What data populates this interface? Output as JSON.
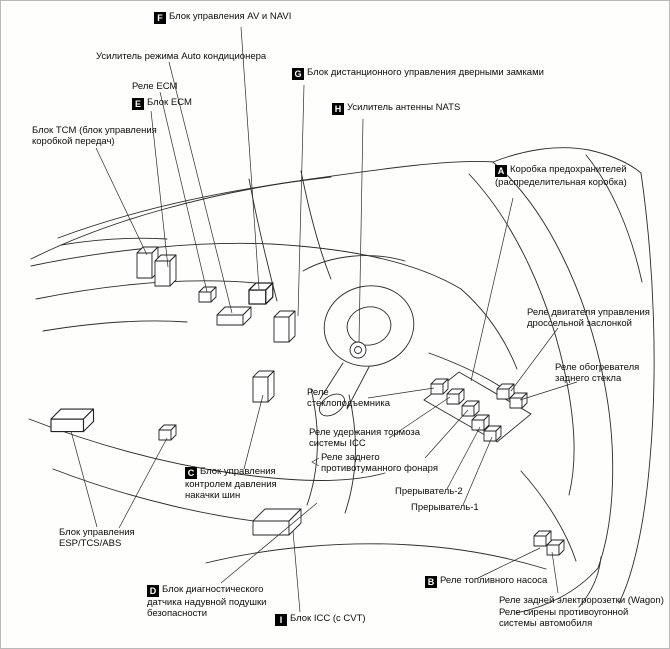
{
  "labels": {
    "av_navi": {
      "letter": "F",
      "text": "Блок управления AV и NAVI"
    },
    "auto_ac": {
      "text": "Усилитель режима Auto кондиционера"
    },
    "door_locks": {
      "letter": "G",
      "text": "Блок дистанционного управления дверными замками"
    },
    "relay_ecm": {
      "text": "Реле ECM"
    },
    "ecm": {
      "letter": "E",
      "text": "Блок ECM"
    },
    "nats": {
      "letter": "H",
      "text": "Усилитель антенны NATS"
    },
    "tcm": {
      "text": "Блок TCM (блок управления коробкой передач)"
    },
    "fuse_box": {
      "letter": "A",
      "text": "Коробка предохранителей (распределительная коробка)"
    },
    "throttle_relay": {
      "text": "Реле двигателя управления дроссельной заслонкой"
    },
    "defogger_relay": {
      "text": "Реле обогревателя заднего стекла"
    },
    "window_relay": {
      "text": "Реле стеклоподъемника"
    },
    "icc_brake_relay": {
      "text": "Реле удержания тормоза системы ICC"
    },
    "fog_relay": {
      "text": "Реле заднего противотуманного фонаря"
    },
    "breaker2": {
      "text": "Прерыватель-2"
    },
    "breaker1": {
      "text": "Прерыватель-1"
    },
    "tire_pressure": {
      "letter": "C",
      "text": "Блок управления контролем давления накачки шин"
    },
    "esp": {
      "text": "Блок управления ESP/TCS/ABS"
    },
    "airbag": {
      "letter": "D",
      "text": "Блок диагностического датчика надувной подушки безопасности"
    },
    "fuel_pump": {
      "letter": "B",
      "text": "Реле топливного насоса"
    },
    "icc_cvt": {
      "letter": "I",
      "text": "Блок ICC (с CVT)"
    },
    "rear_socket": {
      "text": "Реле задней электророзетки (Wagon)"
    },
    "siren": {
      "text": "Реле сирены противоугонной системы автомобиля"
    }
  },
  "colors": {
    "line": "#2b2b2b",
    "badge_bg": "#000000",
    "badge_fg": "#ffffff"
  }
}
